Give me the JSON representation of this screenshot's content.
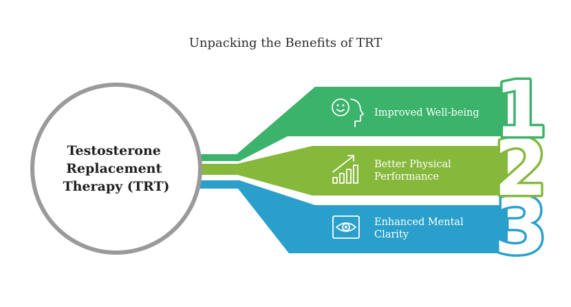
{
  "title": "Unpacking the Benefits of TRT",
  "center": {
    "lines": [
      "Testosterone",
      "Replacement",
      "Therapy (TRT)"
    ]
  },
  "items": [
    {
      "number": "1",
      "label_lines": [
        "Improved Well-being"
      ],
      "icon": "smiling-head-icon",
      "color": "#3bb36b",
      "color_dark": "#2a9a57",
      "number_outline": "#3bb36b"
    },
    {
      "number": "2",
      "label_lines": [
        "Better Physical",
        "Performance"
      ],
      "icon": "bar-chart-growth-icon",
      "color": "#86b83c",
      "color_dark": "#6f9e2b",
      "number_outline": "#86b83c"
    },
    {
      "number": "3",
      "label_lines": [
        "Enhanced Mental",
        "Clarity"
      ],
      "icon": "eye-focus-icon",
      "color": "#2a9fcb",
      "color_dark": "#1d86ae",
      "number_outline": "#2a9fcb"
    }
  ],
  "colors": {
    "circle_stroke": "#9a9a9a",
    "background": "#ffffff"
  }
}
